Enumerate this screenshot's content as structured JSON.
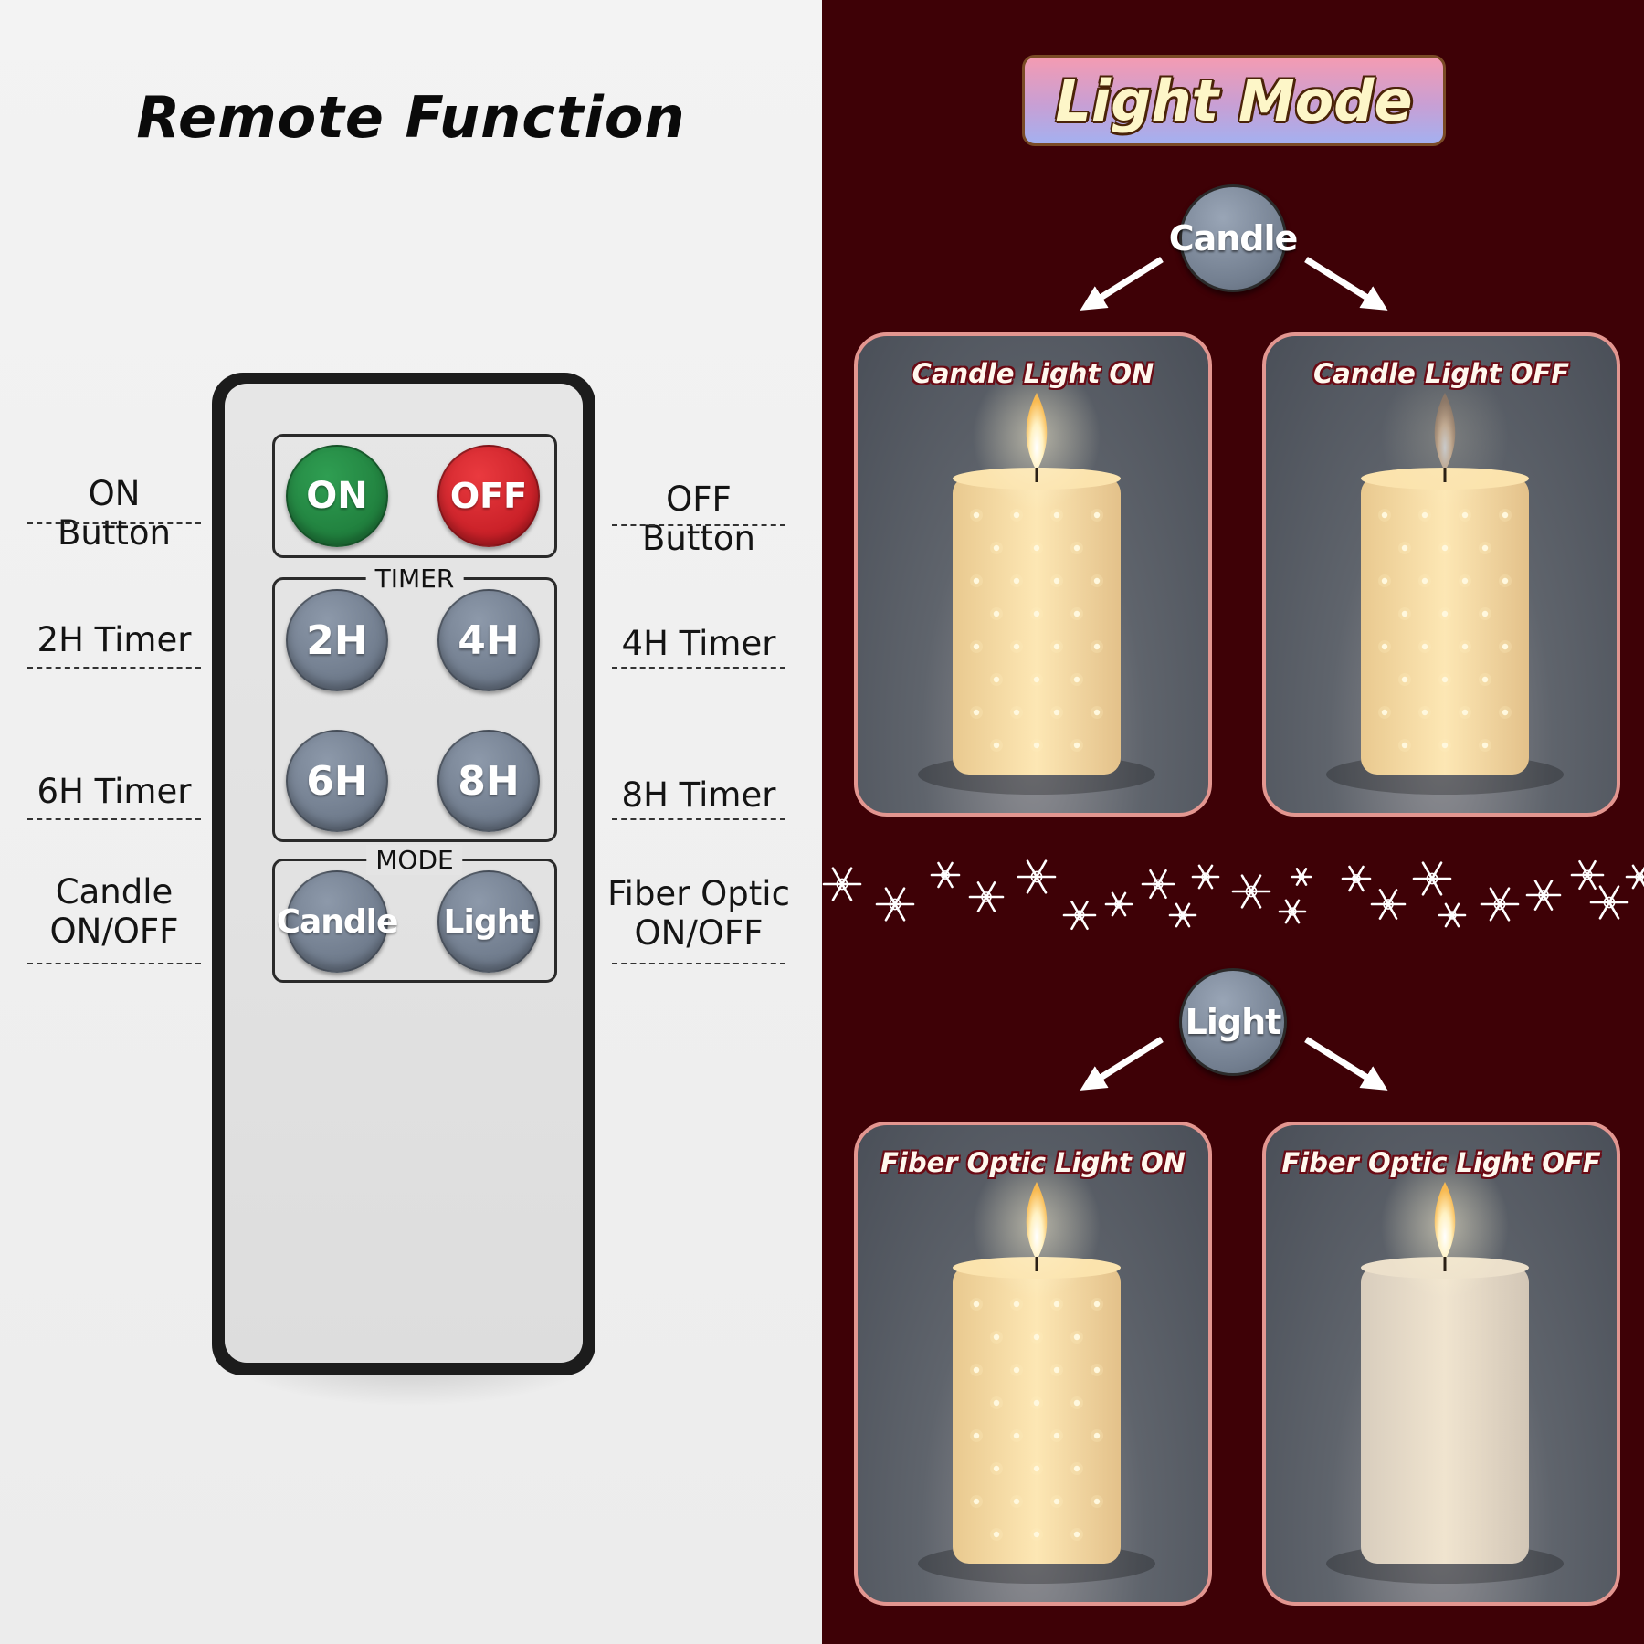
{
  "left": {
    "title": "Remote Function",
    "remote": {
      "power_buttons": {
        "on": "ON",
        "off": "OFF"
      },
      "timer_label": "TIMER",
      "timer_buttons": [
        "2H",
        "4H",
        "6H",
        "8H"
      ],
      "mode_label": "MODE",
      "mode_buttons": {
        "candle": "Candle",
        "light": "Light"
      }
    },
    "callouts": {
      "on_button": "ON Button",
      "off_button": "OFF Button",
      "timer_2h": "2H Timer",
      "timer_4h": "4H Timer",
      "timer_6h": "6H Timer",
      "timer_8h": "8H Timer",
      "candle_onoff": {
        "line1": "Candle",
        "line2": "ON/OFF"
      },
      "fiber_onoff": {
        "line1": "Fiber Optic",
        "line2": "ON/OFF"
      }
    }
  },
  "right": {
    "banner": "Light Mode",
    "candle_badge": "Candle",
    "light_badge": "Light",
    "cards": [
      {
        "title": "Candle Light ON",
        "flame": "bright",
        "fiber": true
      },
      {
        "title": "Candle Light OFF",
        "flame": "dim",
        "fiber": true
      },
      {
        "title": "Fiber Optic Light ON",
        "flame": "bright",
        "fiber": true
      },
      {
        "title": "Fiber Optic Light OFF",
        "flame": "bright",
        "fiber": false
      }
    ]
  },
  "colors": {
    "right_background": "#3e0106",
    "on_button": "#1f7d3c",
    "off_button": "#c51d25",
    "grey_button": "#6e7a8b",
    "card_border": "#e39690",
    "banner_text": "#fdf6c8"
  },
  "icons": [
    "snowflake-icon",
    "arrow-icon",
    "flame-icon"
  ]
}
